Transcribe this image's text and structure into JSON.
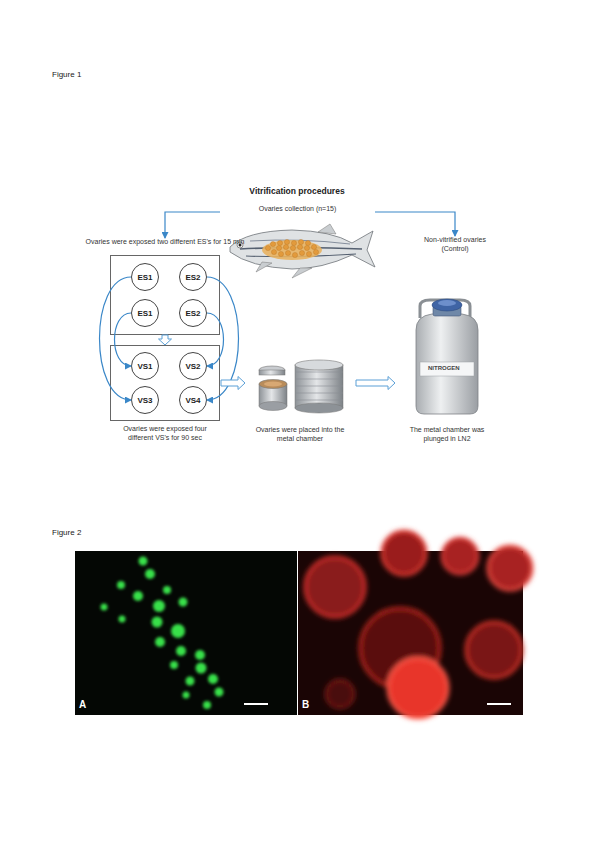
{
  "diagram": {
    "title": "Vitrification procedures",
    "nodes": [
      {
        "text": [
          "Ovaries collection (n=15)"
        ]
      },
      {
        "text": [
          "Ovaries were exposed two different ES's for 15 min"
        ]
      },
      {
        "text": [
          "ES1"
        ],
        "in": 1
      },
      {
        "text": [
          "ES2"
        ],
        "in": 1
      },
      {
        "text": [
          "ES1"
        ],
        "in": 1
      },
      {
        "text": [
          "ES2"
        ],
        "in": 1
      },
      {
        "text": [
          "Non-vitrified ovaries (Control)"
        ]
      },
      {
        "text": [
          "Ovaries were exposed four different VS's for 90 sec"
        ]
      },
      {
        "text": [
          "VS1"
        ],
        "in": 7
      },
      {
        "text": [
          "VS2"
        ],
        "in": 7
      },
      {
        "text": [
          "VS3"
        ],
        "in": 7
      },
      {
        "text": [
          "VS4"
        ],
        "in": 7
      },
      {
        "text": [
          "Ovaries were placed into the metal chamber"
        ]
      },
      {
        "text": [
          "The metal chamber was plunged in LN2"
        ]
      }
    ],
    "edges": [
      {
        "from": 0,
        "to": 1,
        "arrow": "to"
      },
      {
        "from": 0,
        "to": 6,
        "arrow": "to"
      },
      {
        "from": 1,
        "to": 7,
        "arrow": "to"
      },
      {
        "from": 2,
        "to": 10,
        "arrow": "to"
      },
      {
        "from": 4,
        "to": 8,
        "arrow": "to"
      },
      {
        "from": 3,
        "to": 11,
        "arrow": "to"
      },
      {
        "from": 5,
        "to": 9,
        "arrow": "to"
      },
      {
        "from": 7,
        "to": 12,
        "arrow": "to"
      },
      {
        "from": 12,
        "to": 13,
        "arrow": "to"
      }
    ],
    "labels": [
      "Figure 1",
      "NITROGEN",
      "Figure 2",
      "A",
      "B"
    ]
  }
}
